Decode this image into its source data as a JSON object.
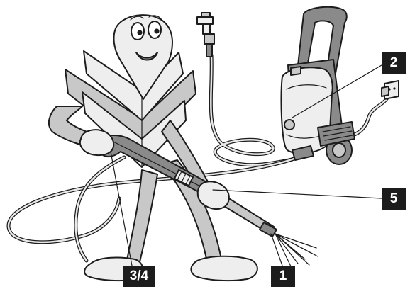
{
  "callouts": {
    "motor_unit": "2",
    "trigger_gun": "5",
    "nozzle": "1",
    "lance_connection": "3/4"
  },
  "colors": {
    "outline": "#1c1c1c",
    "body_light": "#eeeeee",
    "body_mid": "#c8c8c8",
    "body_dark": "#8a8a8a",
    "callout_bg": "#1c1c1c",
    "callout_text": "#ffffff"
  },
  "icons": [
    "mascot-character",
    "pressure-washer-unit",
    "water-tap-icon",
    "power-socket-icon",
    "spray-lance",
    "spray-jet"
  ]
}
